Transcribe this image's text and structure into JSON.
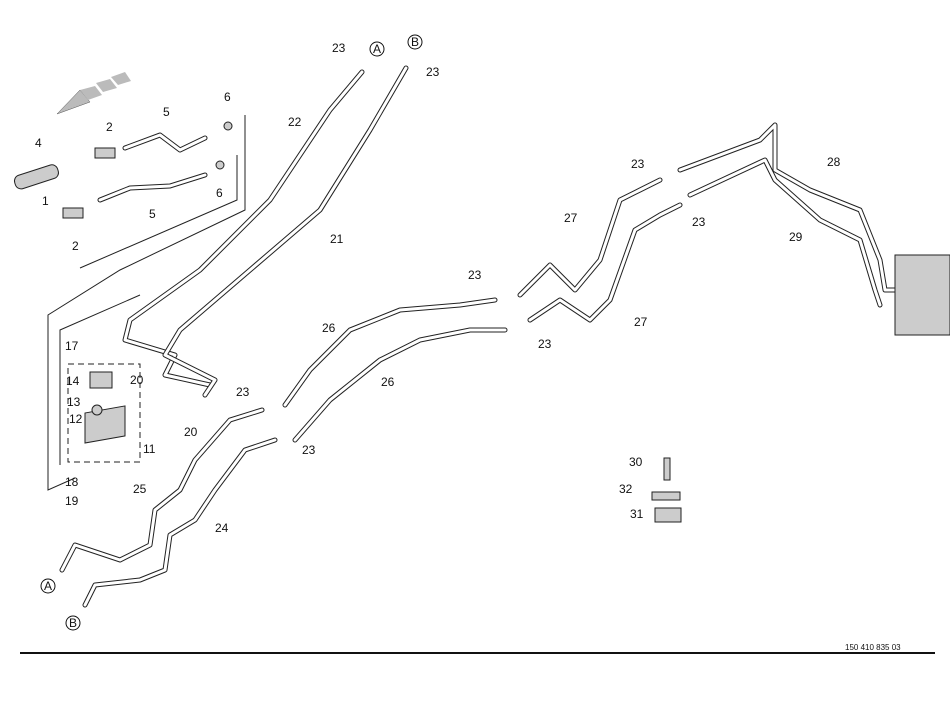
{
  "document_number": "150 410 835 03",
  "labels": [
    "23",
    "A",
    "B",
    "23",
    "6",
    "5",
    "4",
    "2",
    "6",
    "5",
    "1",
    "2",
    "22",
    "21",
    "28",
    "23",
    "23",
    "27",
    "29",
    "23",
    "27",
    "26",
    "23",
    "17",
    "14",
    "20",
    "13",
    "12",
    "20",
    "11",
    "23",
    "26",
    "23",
    "18",
    "19",
    "25",
    "24",
    "A",
    "B",
    "30",
    "32",
    "31"
  ],
  "colors": {
    "line": "#222222",
    "part_fill": "#cccccc",
    "arrow_fill": "#bbbbbb"
  }
}
